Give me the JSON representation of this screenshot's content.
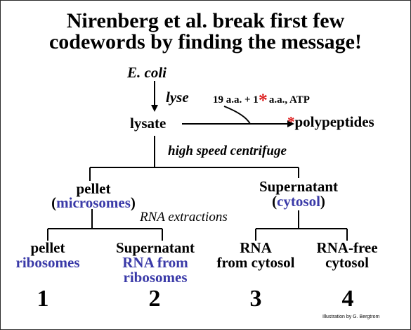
{
  "title": {
    "line1": "Nirenberg et al. break first few",
    "line2": "codewords by finding the message!"
  },
  "top": {
    "ecoli": "E. coli",
    "lyse": "lyse",
    "lysate": "lysate",
    "reaction": {
      "part1": "19 a.a. + 1",
      "star": "*",
      "part2": "a.a., ATP"
    },
    "product": {
      "star": "*",
      "text": "polypeptides"
    },
    "centrifuge": "high speed centrifuge"
  },
  "pellet": {
    "label": "pellet",
    "open": "(",
    "sub": "microsomes",
    "close": ")"
  },
  "supernatant": {
    "label": "Supernatant",
    "open": "(",
    "sub": "cytosol",
    "close": ")"
  },
  "rna_extractions": "RNA extractions",
  "fractions": [
    {
      "line1": "pellet",
      "line2": "ribosomes",
      "line3": "",
      "number": "1"
    },
    {
      "line1": "Supernatant",
      "line2": "RNA from",
      "line3": "ribosomes",
      "number": "2"
    },
    {
      "line1": "RNA",
      "line2": "from cytosol",
      "line3": "",
      "number": "3"
    },
    {
      "line1": "RNA-free",
      "line2": "cytosol",
      "line3": "",
      "number": "4"
    }
  ],
  "credit": "Illustration by G. Bergtrom",
  "colors": {
    "blue": "#3a3aa8",
    "red": "#dd1f1f"
  }
}
